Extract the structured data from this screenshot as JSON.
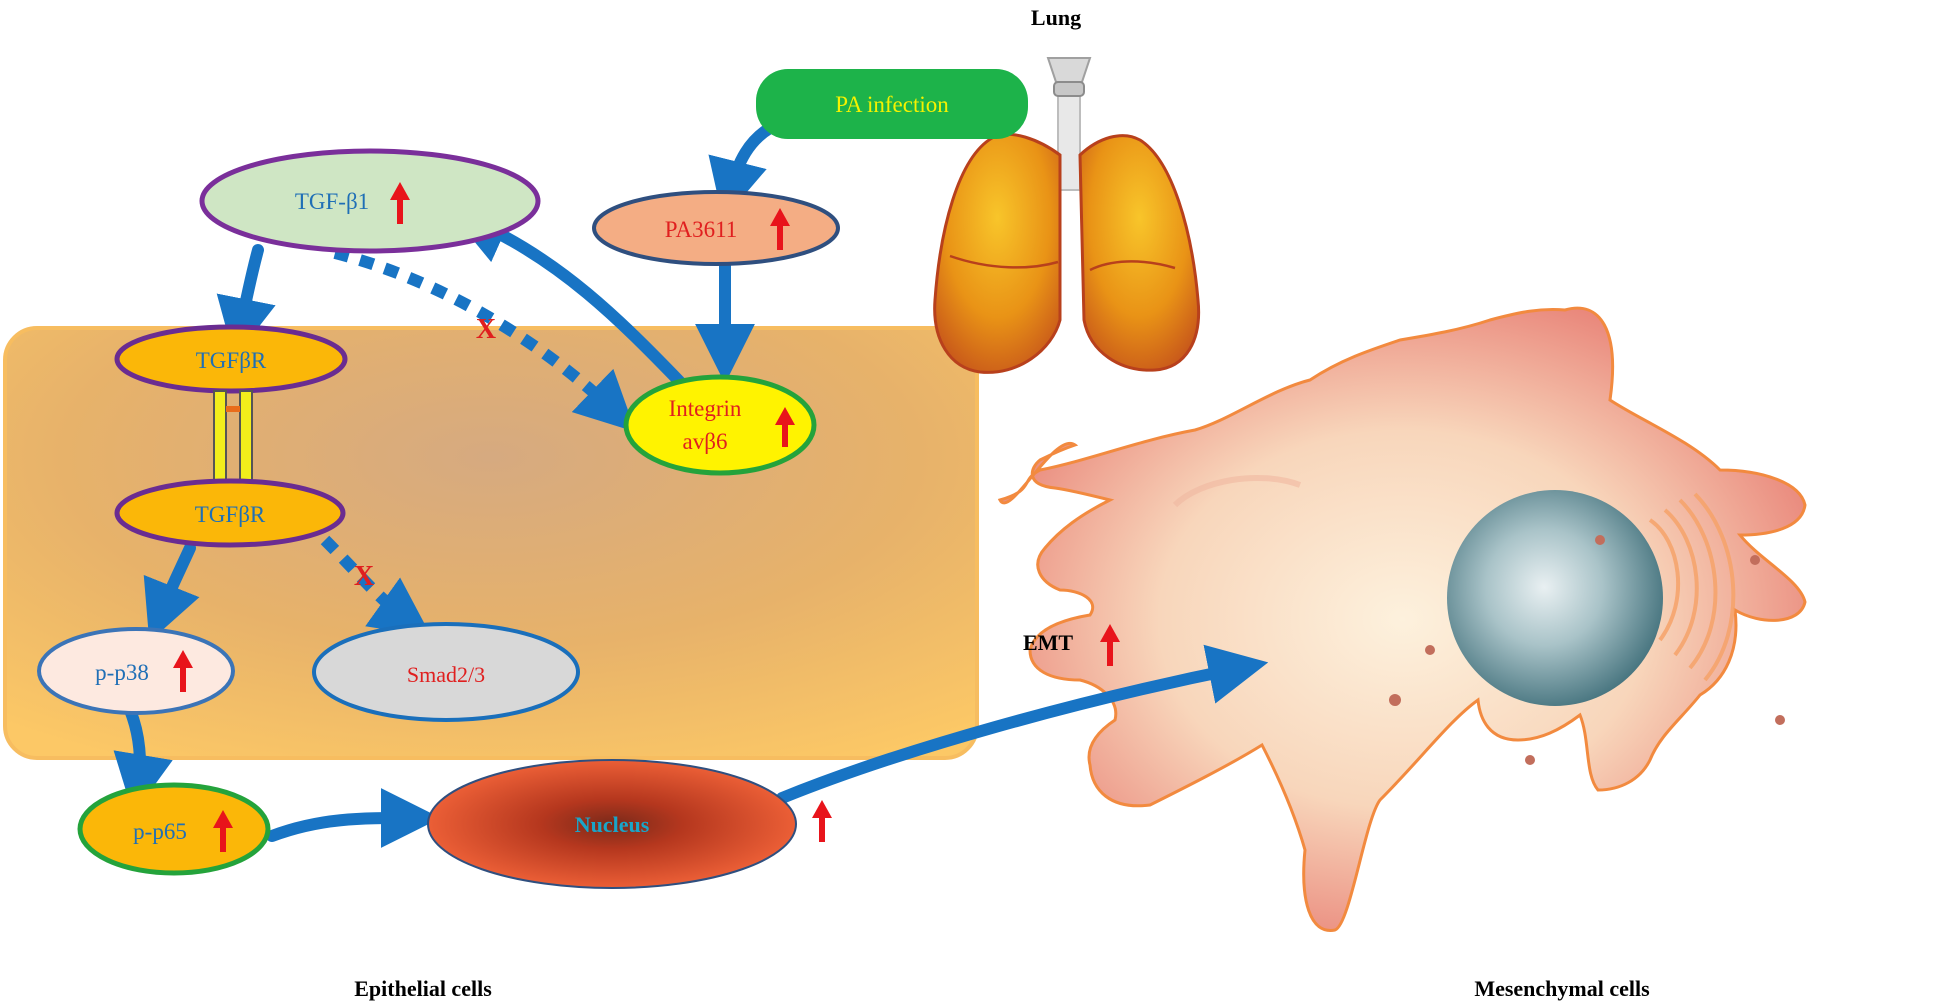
{
  "labels": {
    "lung": "Lung",
    "pa_infection": "PA infection",
    "tgf_b1": "TGF-β1",
    "pa3611": "PA3611",
    "tgfbr_top": "TGFβR",
    "tgfbr_bottom": "TGFβR",
    "integrin_line1": "Integrin",
    "integrin_line2": "avβ6",
    "p_p38": "p-p38",
    "smad": "Smad2/3",
    "p_p65": "p-p65",
    "nucleus": "Nucleus",
    "emt": "EMT",
    "blocked_mark": "X",
    "epithelial": "Epithelial cells",
    "mesenchymal": "Mesenchymal cells"
  },
  "colors": {
    "arrow": "#1874c4",
    "up_arrow": "#e8141b",
    "pa_infection_fill": "#1db34a",
    "pa_infection_text": "#f5f200",
    "tgf_b1_fill": "#cfe6c4",
    "tgf_b1_border": "#7a2f9a",
    "tgfbr_fill": "#fbb708",
    "tgfbr_border": "#6a2c91",
    "pa3611_fill": "#f4ad84",
    "pa3611_border": "#2f4f7f",
    "integrin_fill": "#fff300",
    "integrin_border": "#24a33b",
    "p_p38_fill": "#fde9e0",
    "smad_fill": "#d8d8d8",
    "p_p65_fill": "#fbb708",
    "nucleus_fill": "#ef5e36",
    "node_text_blue": "#1f6fb6",
    "node_text_red": "#e01f1f",
    "cell_fill": "#f9c86a",
    "cell_border": "#f6b24f",
    "mesenchymal_fill": "#f5b89e"
  }
}
